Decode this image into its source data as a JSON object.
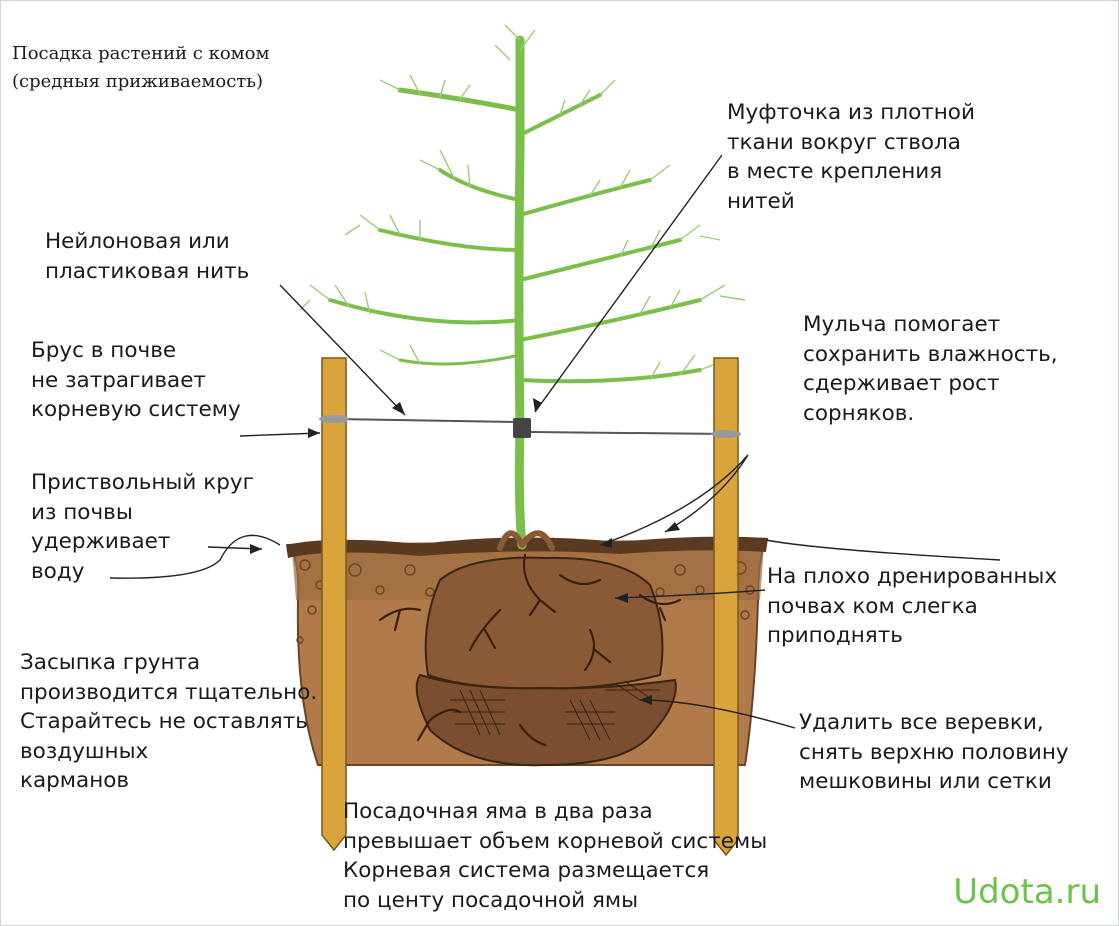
{
  "title": "Посадка растений с комом\n(средныя приживаемость)",
  "watermark": "Udota.ru",
  "labels": {
    "sleeve": "Муфточка из плотной\nткани вокруг ствола\nв месте крепления\nнитей",
    "thread": "Нейлоновая или\nпластиковая нить",
    "stake": "Брус в почве\nне затрагивает\nкорневую систему",
    "mulch": "Мульча помогает\nсохранить влажность,\nсдерживает рост\nсорняков.",
    "circle": "Приствольный круг\nиз почвы\nудерживает\nводу",
    "drainage": "На плохо дренированных\nпочвах ком слегка\nприподнять",
    "backfill": "Засыпка грунта\nпроизводится тщательно.\nСтарайтесь не оставлять\nвоздушных\nкарманов",
    "burlap": "Удалить все веревки,\nснять верхню половину\nмешковины или сетки",
    "pit": "Посадочная яма в два раза\nпревышает объем корневой системы\nКорневая система размещается\nпо центу посадочной ямы"
  },
  "colors": {
    "soil": "#b07a4a",
    "mulch": "#5a3b22",
    "rootball": "#8a5a36",
    "stake": "#d9a43c",
    "tree": "#7bbf4a",
    "watermark": "#6cc24a"
  }
}
